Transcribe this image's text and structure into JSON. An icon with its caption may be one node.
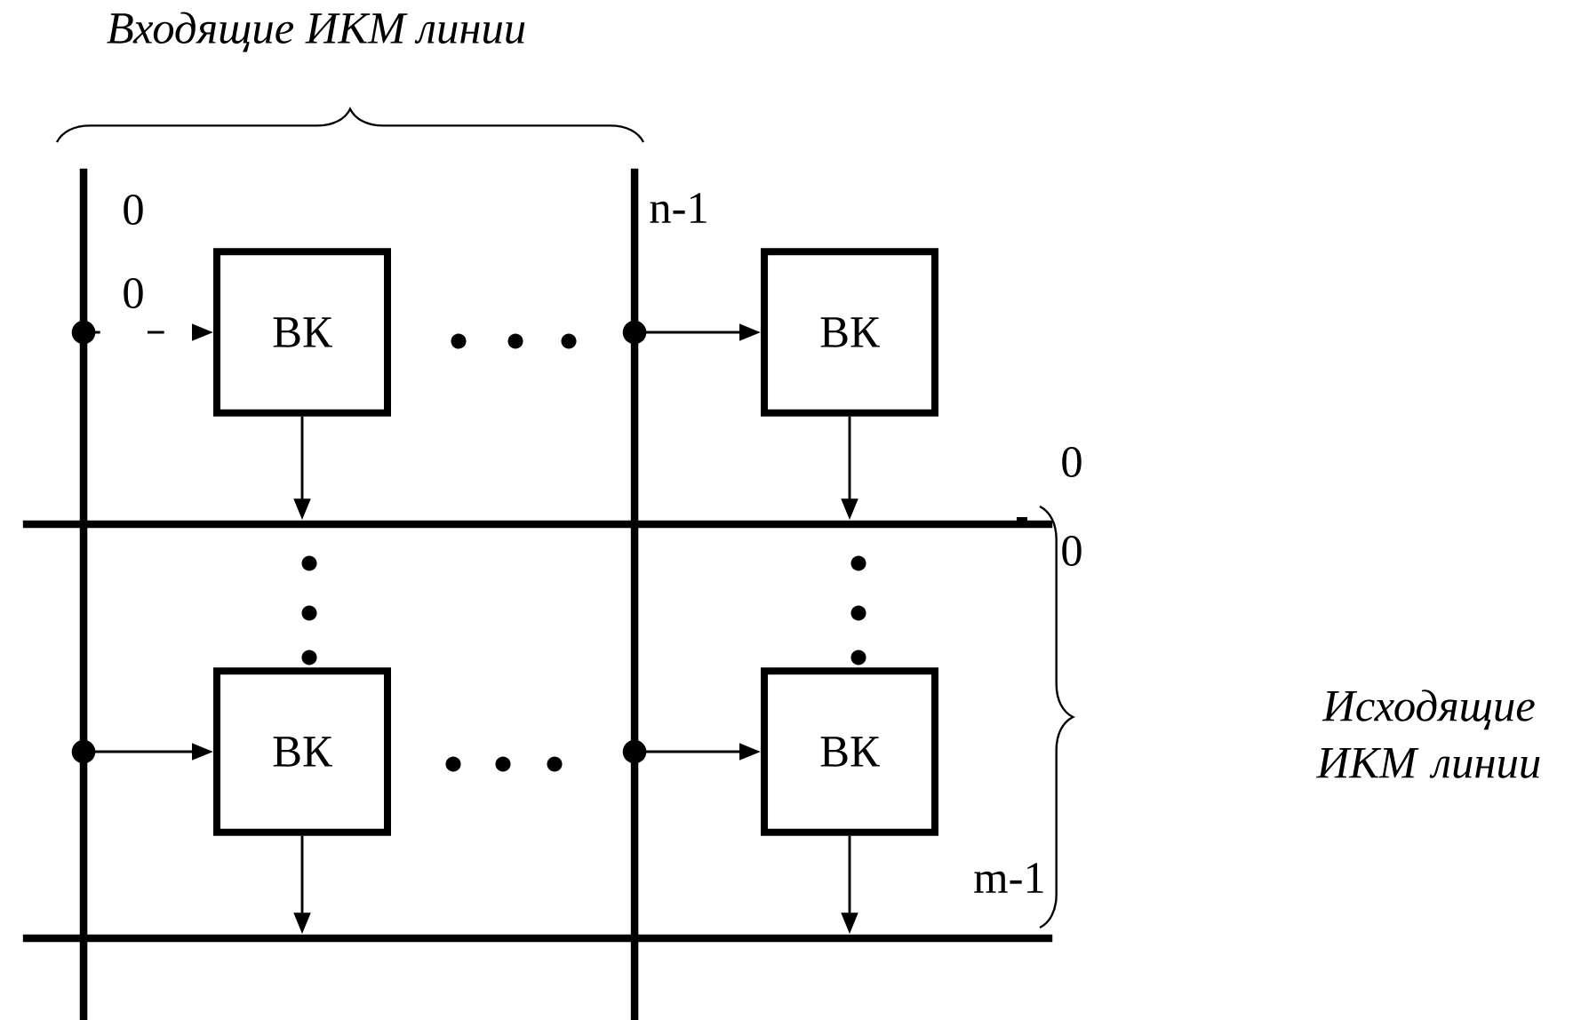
{
  "diagram": {
    "nodes": [
      {
        "text": [],
        "shape": "bar"
      },
      {
        "text": [],
        "shape": "bar"
      },
      {
        "text": [],
        "shape": "bar"
      },
      {
        "text": [],
        "shape": "bar"
      },
      {
        "text": [
          "ВК"
        ]
      },
      {
        "text": [
          "ВК"
        ]
      },
      {
        "text": [
          "ВК"
        ]
      },
      {
        "text": [
          "ВК"
        ]
      }
    ],
    "edges": [
      {
        "from": 0,
        "to": 4,
        "arrow": "to",
        "style": "dashed"
      },
      {
        "from": 1,
        "to": 5,
        "arrow": "to"
      },
      {
        "from": 4,
        "to": 2,
        "arrow": "to"
      },
      {
        "from": 5,
        "to": 2,
        "arrow": "to"
      },
      {
        "from": 0,
        "to": 6,
        "arrow": "to"
      },
      {
        "from": 1,
        "to": 7,
        "arrow": "to"
      },
      {
        "from": 6,
        "to": 3,
        "arrow": "to"
      },
      {
        "from": 7,
        "to": 3,
        "arrow": "to"
      }
    ],
    "labels": [
      "Входящие ИКМ линии",
      "0",
      "0",
      "n-1",
      "0",
      "0",
      "Исходящие ИКМ линии",
      "m-1"
    ]
  }
}
